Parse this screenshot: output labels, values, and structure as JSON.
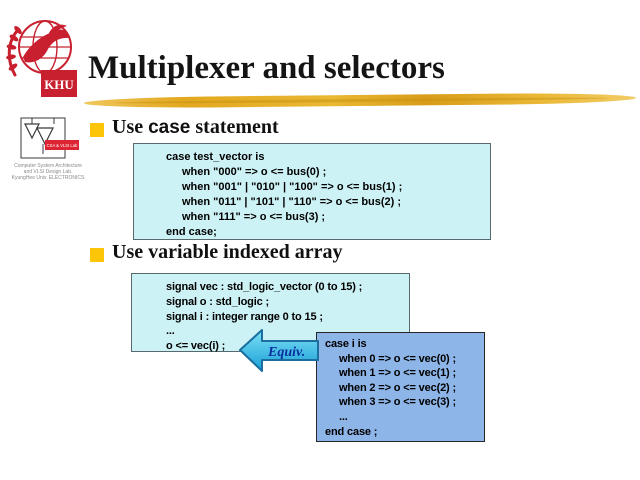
{
  "slide": {
    "title": "Multiplexer and selectors"
  },
  "logo": {
    "khu_label": "KHU",
    "lab_badge": "CSA & VLSI Lab",
    "lab_lines": [
      "Computer System Architecture",
      "and VLSI Design Lab.",
      "KyungHee Univ. ELECTRONICS"
    ]
  },
  "bullets": {
    "b1": {
      "pre": "Use ",
      "keyword": "case",
      "post": " statement"
    },
    "b2": {
      "text": "Use variable indexed array"
    }
  },
  "code": {
    "case_statement": {
      "l0": "case test_vector is",
      "l1": "when \"000\" => o <= bus(0) ;",
      "l2": "when \"001\" | \"010\" | \"100\" => o <= bus(1) ;",
      "l3": "when \"011\" | \"101\" | \"110\" => o <= bus(2) ;",
      "l4": "when \"111\" => o <= bus(3) ;",
      "l5": "end case;"
    },
    "indexed_array": {
      "l0": "signal vec : std_logic_vector (0 to 15) ;",
      "l1": "signal o : std_logic ;",
      "l2": "signal i : integer range 0 to 15 ;",
      "l3": "...",
      "l4": "o <= vec(i) ;"
    },
    "case_i": {
      "l0": "case i is",
      "l1": "when 0 => o <= vec(0) ;",
      "l2": "when 1 => o <= vec(1) ;",
      "l3": "when 2 => o <= vec(2) ;",
      "l4": "when 3 => o <= vec(3) ;",
      "l5": "...",
      "l6": "end case ;"
    }
  },
  "equiv": {
    "label": "Equiv."
  },
  "colors": {
    "bullet_gold": "#fcc508",
    "underline_gold": "#e2a81f",
    "code_box_cyan": "#cdf2f5",
    "code_box_blue": "#8db5e8",
    "arrow_cyan": "#29b3e6",
    "arrow_border": "#1a6fa0",
    "equiv_text_blue": "#0a2f9e",
    "khu_red": "#c8202f"
  }
}
